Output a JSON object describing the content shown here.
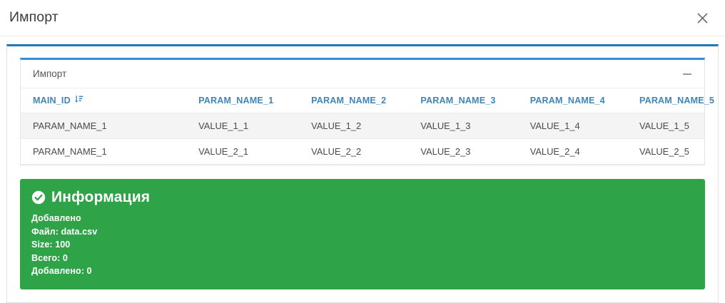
{
  "dialog": {
    "title": "Импорт",
    "close_icon": "close-icon"
  },
  "panel": {
    "title": "Импорт",
    "minimize_icon": "minus-icon"
  },
  "table": {
    "sort_icon": "sort-amount-down-icon",
    "columns": [
      "MAIN_ID",
      "PARAM_NAME_1",
      "PARAM_NAME_2",
      "PARAM_NAME_3",
      "PARAM_NAME_4",
      "PARAM_NAME_5"
    ],
    "rows": [
      [
        "PARAM_NAME_1",
        "VALUE_1_1",
        "VALUE_1_2",
        "VALUE_1_3",
        "VALUE_1_4",
        "VALUE_1_5"
      ],
      [
        "PARAM_NAME_1",
        "VALUE_2_1",
        "VALUE_2_2",
        "VALUE_2_3",
        "VALUE_2_4",
        "VALUE_2_5"
      ]
    ]
  },
  "alert": {
    "icon": "check-circle-icon",
    "title": "Информация",
    "lines": [
      "Добавлено",
      "Файл: data.csv",
      "Size: 100",
      "Всего: 0",
      "Добавлено: 0"
    ]
  },
  "colors": {
    "accent_blue": "#2077b8",
    "panel_blue": "#2e8fd4",
    "header_link": "#3f86b8",
    "success_green": "#2fa347",
    "row_alt": "#f4f4f4"
  }
}
